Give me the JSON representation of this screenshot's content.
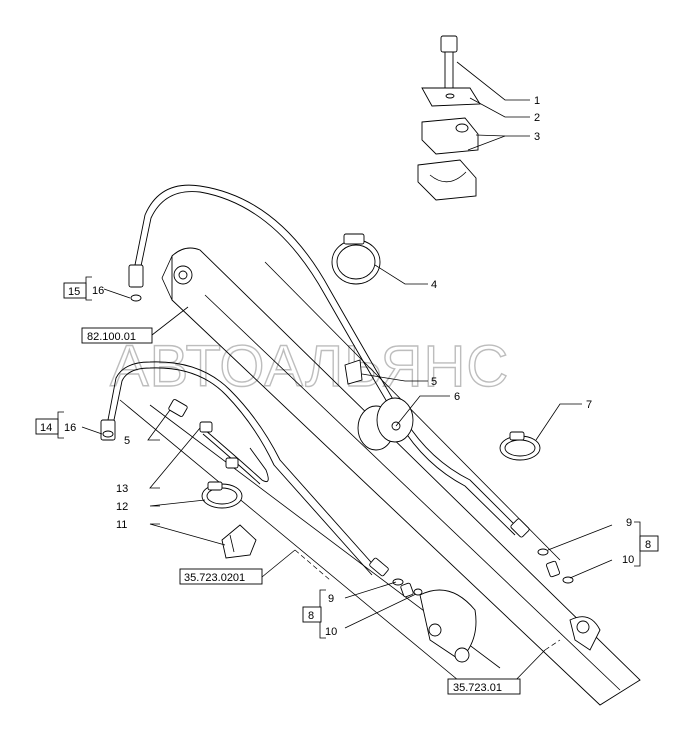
{
  "watermark": "АВТОАЛЬЯНС",
  "callouts": {
    "c1": "1",
    "c2": "2",
    "c3": "3",
    "c4": "4",
    "c5a": "5",
    "c5b": "5",
    "c6": "6",
    "c7": "7",
    "c9a": "9",
    "c10a": "10",
    "c9b": "9",
    "c10b": "10",
    "c11": "11",
    "c12": "12",
    "c13": "13",
    "c16a": "16",
    "c16b": "16"
  },
  "references": {
    "r15": "15",
    "r14": "14",
    "r8a": "8",
    "r8b": "8",
    "r82": "82.100.01",
    "r35a": "35.723.0201",
    "r35b": "35.723.01"
  }
}
